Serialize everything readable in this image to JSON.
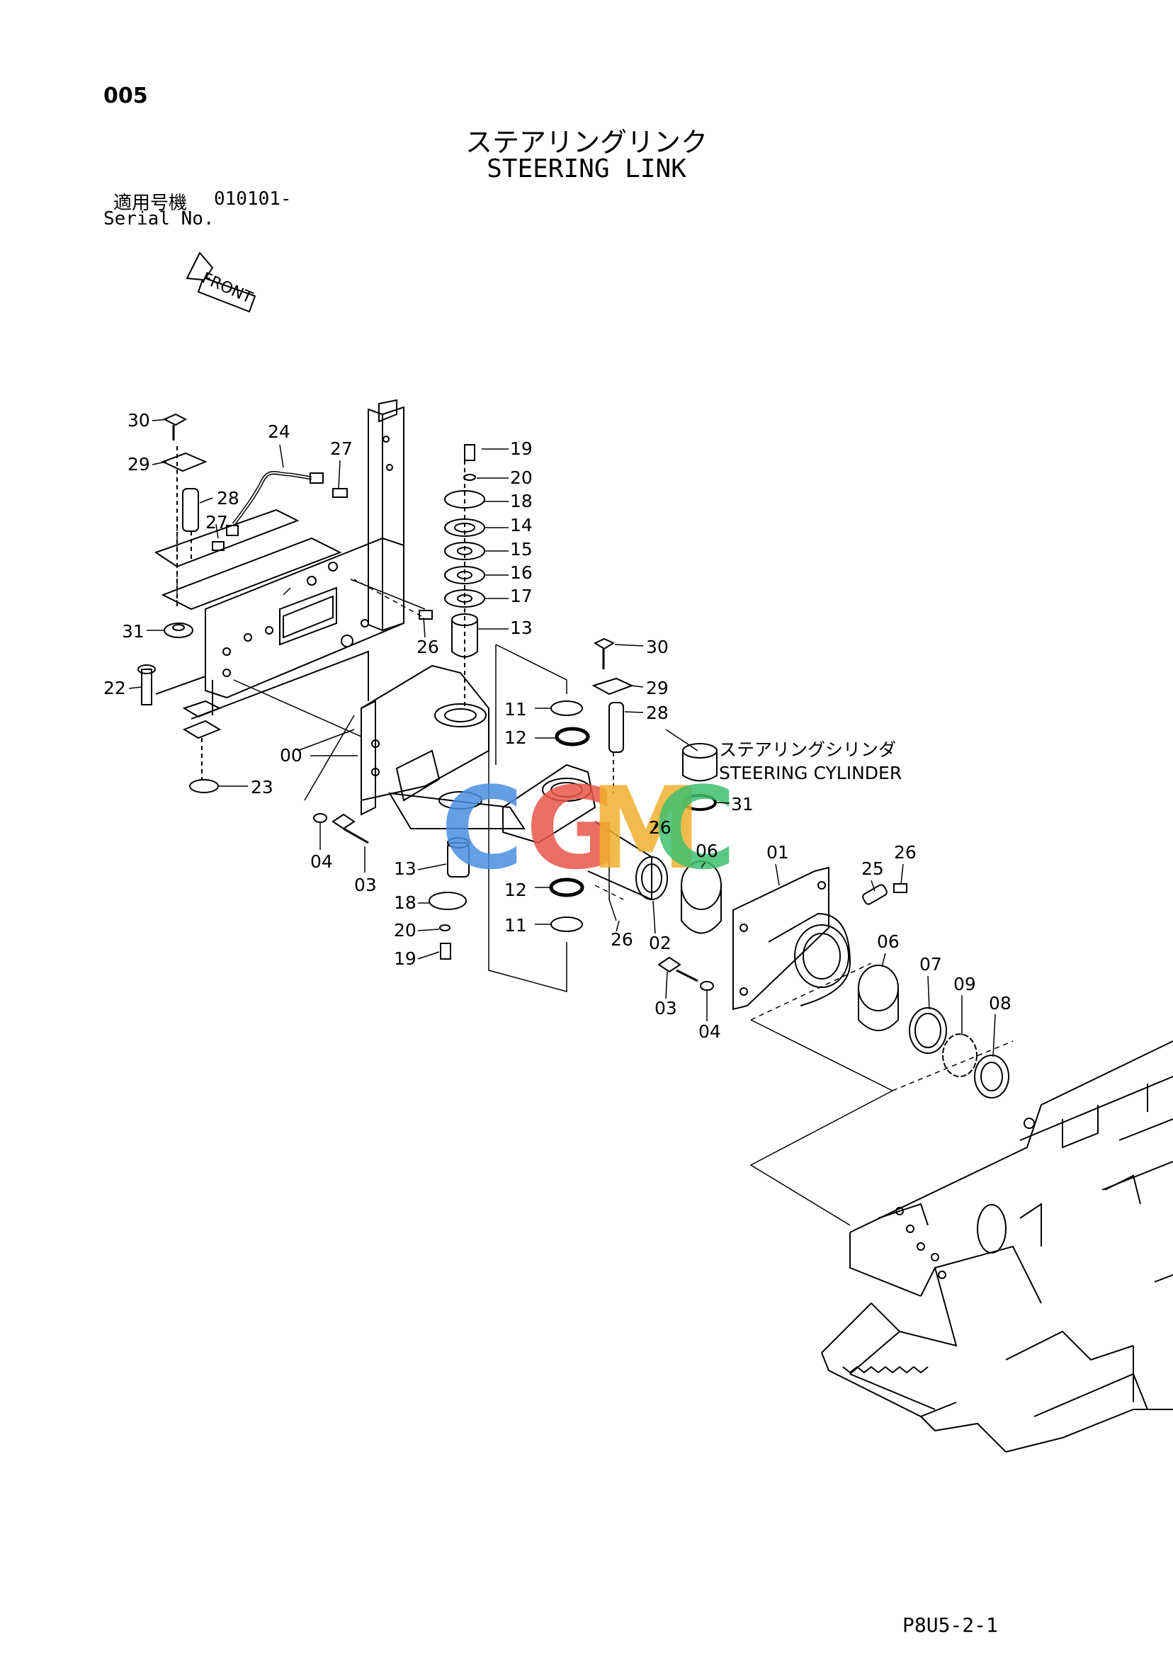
{
  "header": {
    "page_number": "005",
    "title_jp": "ステアリングリンク",
    "title_en": "STEERING LINK",
    "serial_label_jp": "適用号機",
    "serial_value": "010101-",
    "serial_label_en": "Serial No."
  },
  "front_arrow": {
    "text": "FRONT"
  },
  "callouts": {
    "c30a": "30",
    "c29a": "29",
    "c28a": "28",
    "c27a": "27",
    "c27b": "27",
    "c24": "24",
    "c31a": "31",
    "c22": "22",
    "c23": "23",
    "c26a": "26",
    "c00": "00",
    "c19a": "19",
    "c20a": "20",
    "c18a": "18",
    "c14": "14",
    "c15": "15",
    "c16": "16",
    "c17": "17",
    "c13a": "13",
    "c11a": "11",
    "c12a": "12",
    "c30b": "30",
    "c29b": "29",
    "c28b": "28",
    "c31b": "31",
    "c26b": "26",
    "c04a": "04",
    "c03a": "03",
    "c13b": "13",
    "c18b": "18",
    "c20b": "20",
    "c19b": "19",
    "c12b": "12",
    "c11b": "11",
    "c26c": "26",
    "c02": "02",
    "c06a": "06",
    "c01": "01",
    "c25": "25",
    "c26d": "26",
    "c06b": "06",
    "c07": "07",
    "c09": "09",
    "c08": "08",
    "c03b": "03",
    "c04b": "04"
  },
  "steering_cylinder": {
    "jp": "ステアリングシリンダ",
    "en": "STEERING CYLINDER"
  },
  "watermark": {
    "letters": [
      "C",
      "G",
      "M",
      "C"
    ],
    "colors": [
      "#4a8fe0",
      "#e8564a",
      "#f0b030",
      "#3fbf6f"
    ]
  },
  "footer": {
    "code": "P8U5-2-1"
  }
}
